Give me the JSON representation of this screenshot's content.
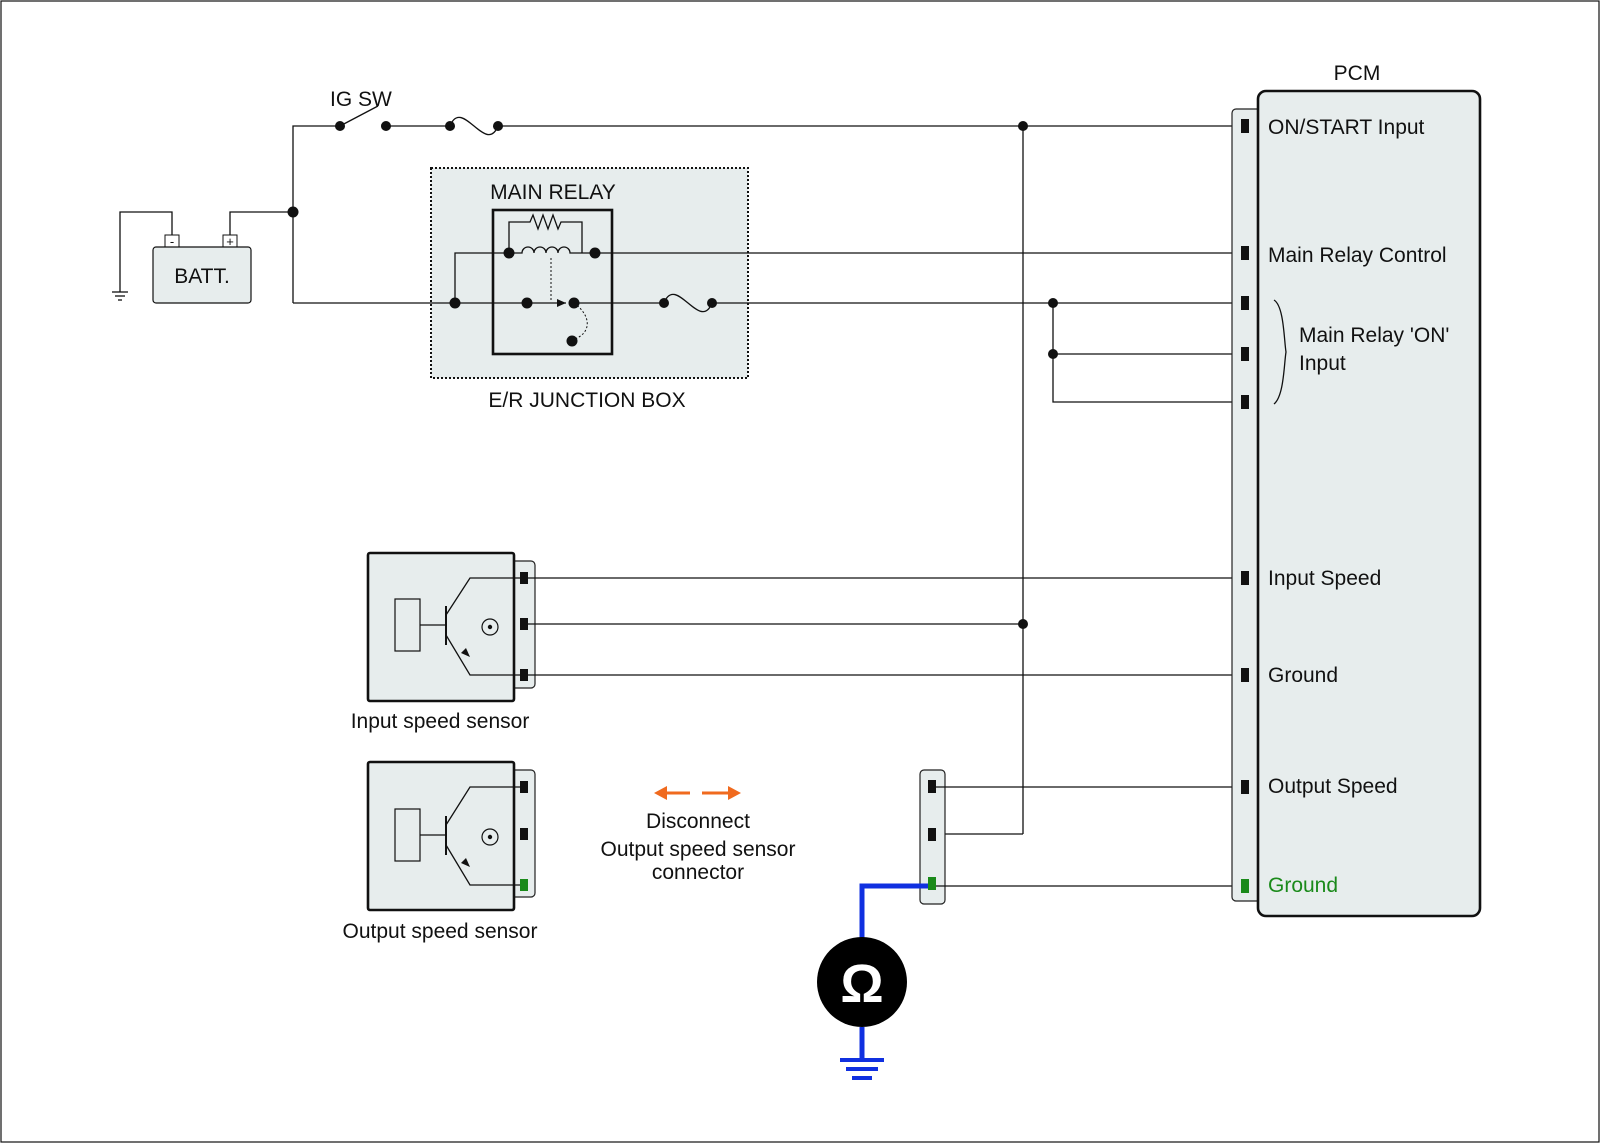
{
  "labels": {
    "ig_sw": "IG SW",
    "batt": "BATT.",
    "batt_neg": "-",
    "batt_pos": "+",
    "main_relay": "MAIN RELAY",
    "junction_box": "E/R JUNCTION BOX",
    "pcm": "PCM",
    "input_sensor": "Input speed sensor",
    "output_sensor": "Output speed sensor",
    "disconnect_line1": "Disconnect",
    "disconnect_line2": "Output speed sensor",
    "disconnect_line3": "connector",
    "ohm_symbol": "Ω"
  },
  "pcm_pins": {
    "on_start": "ON/START Input",
    "relay_control": "Main Relay Control",
    "relay_on_line1": "Main Relay 'ON'",
    "relay_on_line2": "Input",
    "input_speed": "Input Speed",
    "ground1": "Ground",
    "output_speed": "Output Speed",
    "ground2": "Ground"
  },
  "colors": {
    "wire": "#111111",
    "component_fill": "#e7eded",
    "highlight_green": "#1a8a1a",
    "meter_lead_blue": "#1030e0",
    "arrow_orange": "#f06a1e"
  }
}
